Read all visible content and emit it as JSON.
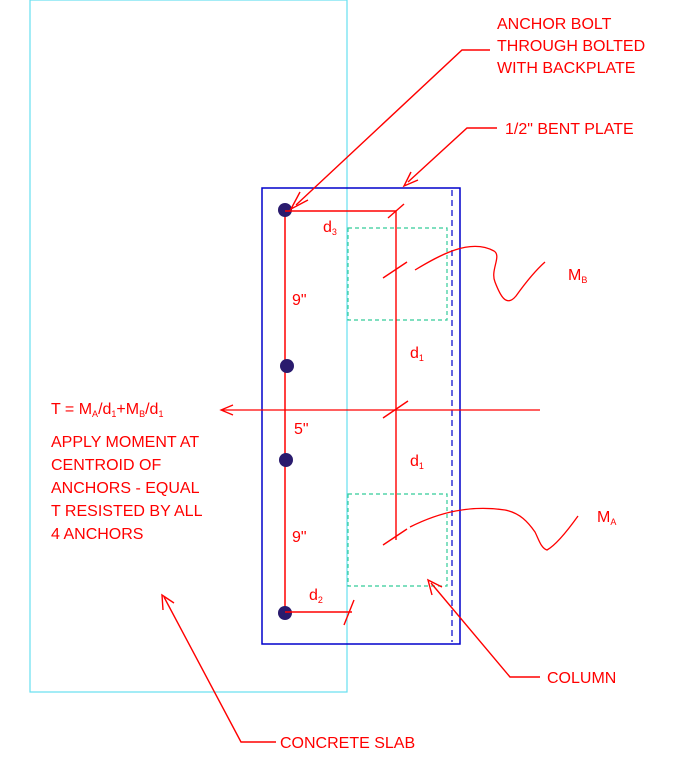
{
  "labels": {
    "anchor_bolt": [
      "ANCHOR BOLT",
      "THROUGH BOLTED",
      "WITH BACKPLATE"
    ],
    "bent_plate": "1/2\" BENT PLATE",
    "column": "COLUMN",
    "concrete_slab": "CONCRETE SLAB",
    "dim_9_top": "9\"",
    "dim_5": "5\"",
    "dim_9_bottom": "9\"",
    "d1": "d",
    "d1_sub": "1",
    "d2": "d",
    "d2_sub": "2",
    "d3": "d",
    "d3_sub": "3",
    "mb": "M",
    "mb_sub": "B",
    "ma": "M",
    "ma_sub": "A",
    "tension_formula": {
      "t": "T = M",
      "a_sub": "A",
      "div1": "/d",
      "d1_sub": "1",
      "plus": "+M",
      "b_sub": "B",
      "div2": "/d",
      "d1_sub_2": "1"
    },
    "note": [
      "APPLY MOMENT AT",
      "CENTROID OF",
      "ANCHORS - EQUAL",
      "T RESISTED BY ALL",
      "4 ANCHORS"
    ]
  },
  "colors": {
    "annotation": "#ff0000",
    "plate": "#0000cc",
    "slab": "#66e0f0",
    "column": "#33cc99",
    "anchor": "#2a1b6e"
  }
}
